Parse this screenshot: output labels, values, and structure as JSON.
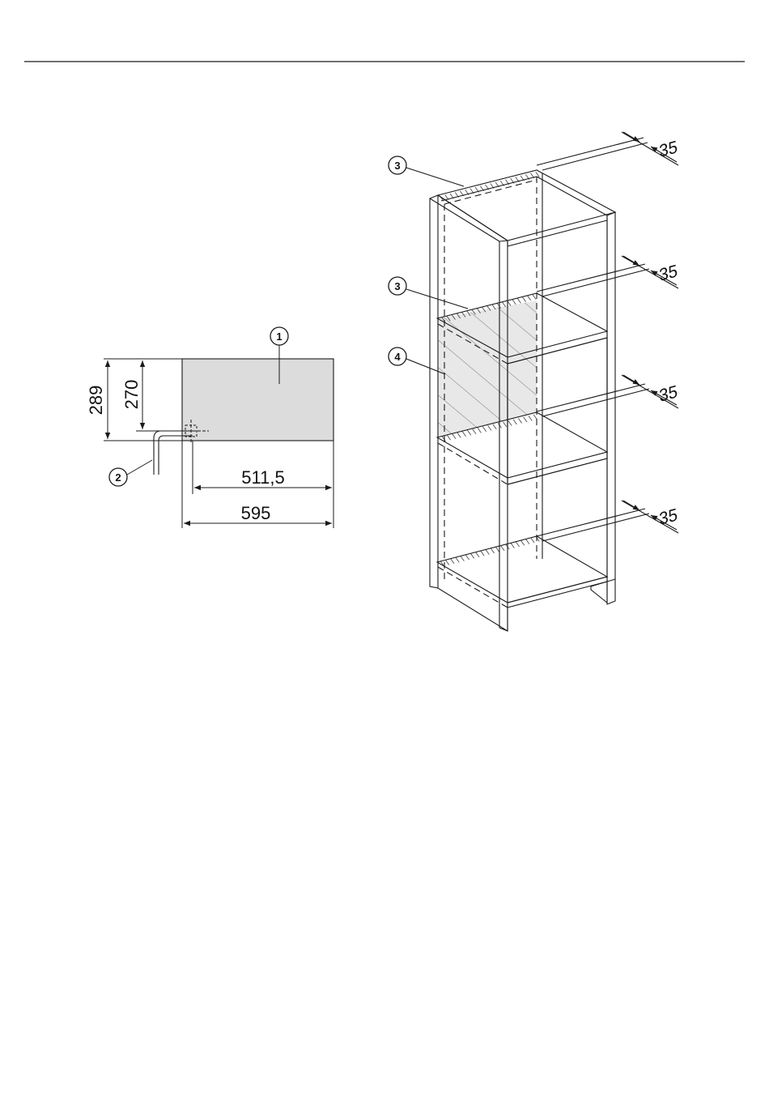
{
  "colors": {
    "line": "#1a1a1a",
    "appliance_fill": "#dcdcdc",
    "panel_fill": "#e4e4e4"
  },
  "left_diagram": {
    "callouts": {
      "appliance": "1",
      "connection": "2"
    },
    "dimensions": {
      "total_height": "289",
      "cutout_height": "270",
      "depth_inner": "511,5",
      "depth_total": "595"
    }
  },
  "right_diagram": {
    "callouts": {
      "top_shelf": "3",
      "middle_shelf": "3",
      "side_panel": "4"
    },
    "ventilation_gaps": [
      "35",
      "35",
      "35",
      "35"
    ]
  }
}
